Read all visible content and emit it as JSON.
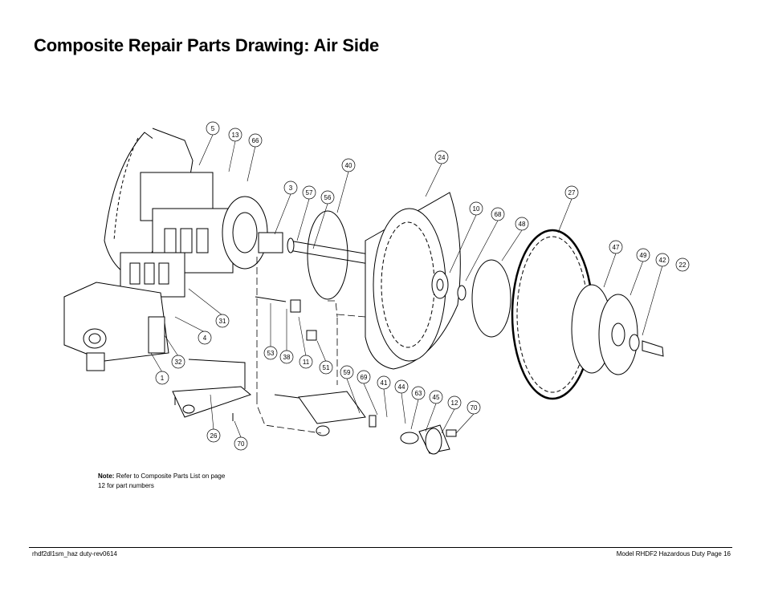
{
  "header": {
    "title": "Composite Repair Parts Drawing: Air Side"
  },
  "drawing": {
    "callouts": [
      "5",
      "13",
      "66",
      "40",
      "24",
      "3",
      "57",
      "56",
      "27",
      "10",
      "68",
      "48",
      "47",
      "49",
      "42",
      "22",
      "31",
      "4",
      "53",
      "38",
      "11",
      "51",
      "32",
      "1",
      "59",
      "69",
      "41",
      "44",
      "63",
      "45",
      "12",
      "70",
      "26",
      "70"
    ]
  },
  "note": {
    "label": "Note:",
    "text": "Refer to Composite Parts List on page 12 for part numbers"
  },
  "footer": {
    "left": "rhdf2dl1sm_haz duty-rev0614",
    "right": "Model RHDF2 Hazardous Duty Page 16"
  }
}
